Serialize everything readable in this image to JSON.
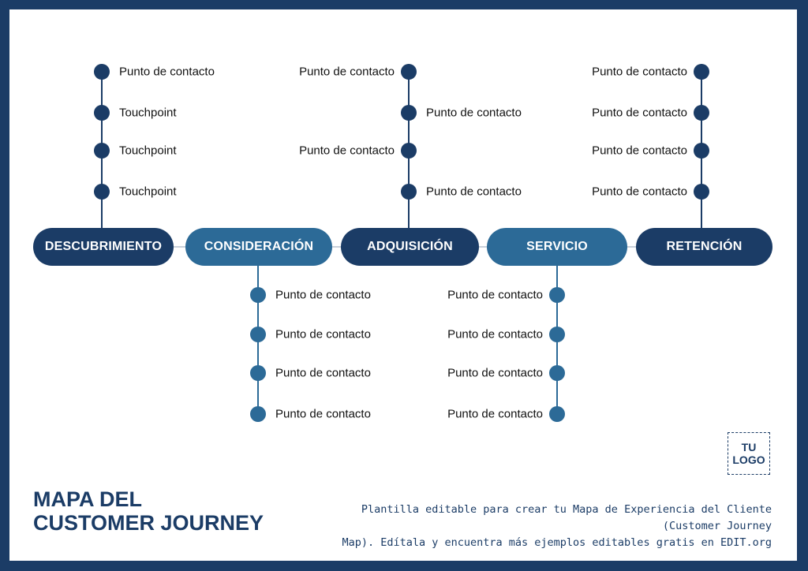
{
  "colors": {
    "border": "#1b3c66",
    "dark": "#1b3c66",
    "mid": "#2c6a97"
  },
  "stages": [
    {
      "label": "DESCUBRIMIENTO",
      "touchpoints": [
        "Punto de contacto",
        "Touchpoint",
        "Touchpoint",
        "Touchpoint"
      ]
    },
    {
      "label": "CONSIDERACIÓN",
      "touchpoints": [
        "Punto de contacto",
        "Punto de contacto",
        "Punto de contacto",
        "Punto de contacto"
      ]
    },
    {
      "label": "ADQUISICIÓN",
      "touchpoints": [
        "Punto de contacto",
        "Punto de contacto",
        "Punto de contacto",
        "Punto de contacto"
      ]
    },
    {
      "label": "SERVICIO",
      "touchpoints": [
        "Punto de contacto",
        "Punto de contacto",
        "Punto de contacto",
        "Punto de contacto"
      ]
    },
    {
      "label": "RETENCIÓN",
      "touchpoints": [
        "Punto de contacto",
        "Punto de contacto",
        "Punto de contacto",
        "Punto de contacto"
      ]
    }
  ],
  "title_line1": "MAPA DEL",
  "title_line2": "CUSTOMER JOURNEY",
  "description_line1": "Plantilla editable para crear tu Mapa de Experiencia del Cliente (Customer Journey",
  "description_line2": "Map). Edítala y encuentra más ejemplos editables gratis en EDIT.org",
  "logo_line1": "TU",
  "logo_line2": "LOGO"
}
